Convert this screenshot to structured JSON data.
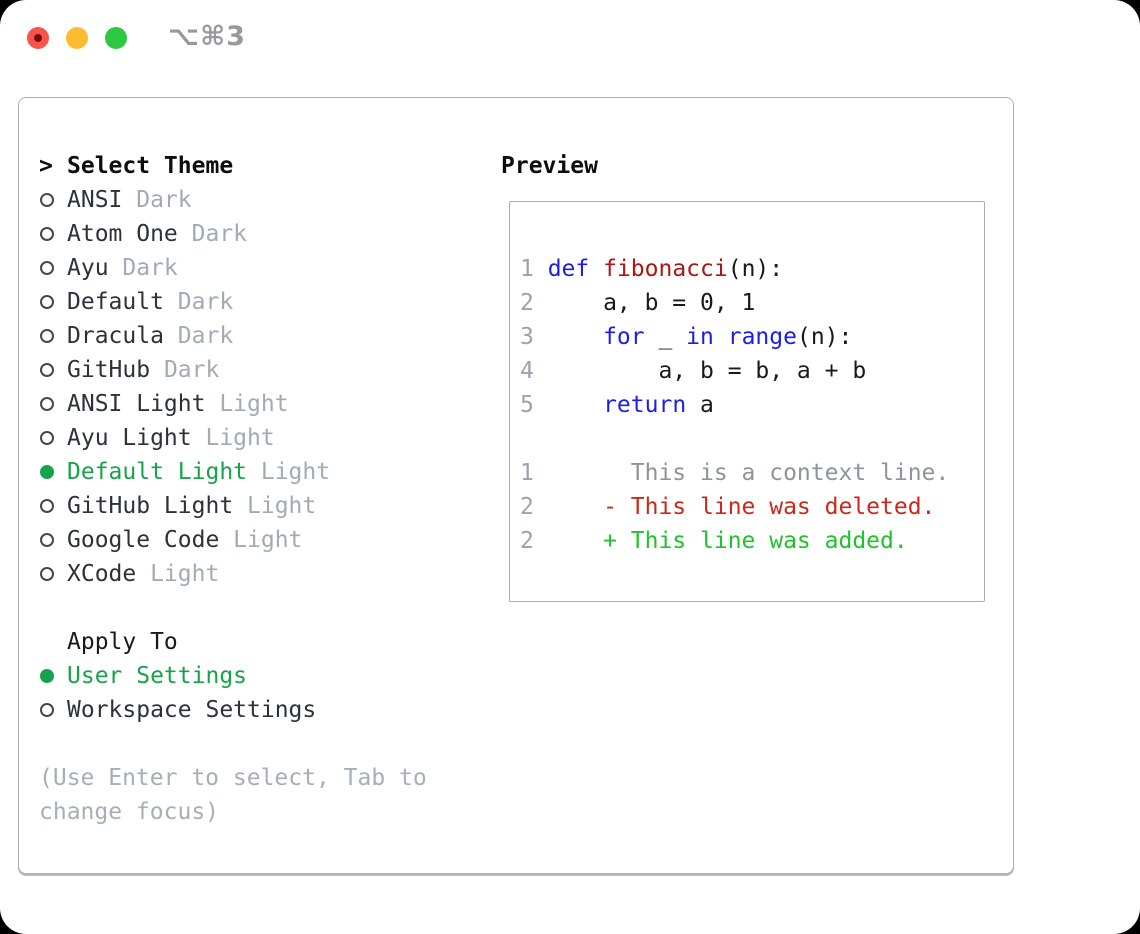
{
  "window": {
    "title": "⌥⌘3",
    "traffic_lights": [
      {
        "name": "close",
        "color": "#f8544e",
        "has_dot": true
      },
      {
        "name": "minimize",
        "color": "#fbbd2f",
        "has_dot": false
      },
      {
        "name": "zoom",
        "color": "#2bc840",
        "has_dot": false
      }
    ]
  },
  "theme_picker": {
    "prompt": ">",
    "header": "Select Theme",
    "items": [
      {
        "name": "ANSI",
        "variant": "Dark",
        "selected": false
      },
      {
        "name": "Atom One",
        "variant": "Dark",
        "selected": false
      },
      {
        "name": "Ayu",
        "variant": "Dark",
        "selected": false
      },
      {
        "name": "Default",
        "variant": "Dark",
        "selected": false
      },
      {
        "name": "Dracula",
        "variant": "Dark",
        "selected": false
      },
      {
        "name": "GitHub",
        "variant": "Dark",
        "selected": false
      },
      {
        "name": "ANSI Light",
        "variant": "Light",
        "selected": false
      },
      {
        "name": "Ayu Light",
        "variant": "Light",
        "selected": false
      },
      {
        "name": "Default Light",
        "variant": "Light",
        "selected": true
      },
      {
        "name": "GitHub Light",
        "variant": "Light",
        "selected": false
      },
      {
        "name": "Google Code",
        "variant": "Light",
        "selected": false
      },
      {
        "name": "XCode",
        "variant": "Light",
        "selected": false
      }
    ]
  },
  "apply_to": {
    "header": "Apply To",
    "options": [
      {
        "label": "User Settings",
        "selected": true
      },
      {
        "label": "Workspace Settings",
        "selected": false
      }
    ]
  },
  "help_lines": [
    "(Use Enter to select, Tab to",
    "change focus)"
  ],
  "preview": {
    "header": "Preview",
    "code_lines": [
      {
        "no": "1",
        "tokens": [
          {
            "c": "kw",
            "t": "def"
          },
          {
            "c": "pl",
            "t": " "
          },
          {
            "c": "fn",
            "t": "fibonacci"
          },
          {
            "c": "pl",
            "t": "(n):"
          }
        ]
      },
      {
        "no": "2",
        "tokens": [
          {
            "c": "pl",
            "t": "    a, b = 0, 1"
          }
        ]
      },
      {
        "no": "3",
        "tokens": [
          {
            "c": "pl",
            "t": "    "
          },
          {
            "c": "kw",
            "t": "for"
          },
          {
            "c": "pl",
            "t": " _ "
          },
          {
            "c": "kw",
            "t": "in"
          },
          {
            "c": "pl",
            "t": " "
          },
          {
            "c": "kw",
            "t": "range"
          },
          {
            "c": "pl",
            "t": "(n):"
          }
        ]
      },
      {
        "no": "4",
        "tokens": [
          {
            "c": "pl",
            "t": "        a, b = b, a + b"
          }
        ]
      },
      {
        "no": "5",
        "tokens": [
          {
            "c": "pl",
            "t": "    "
          },
          {
            "c": "kw",
            "t": "return"
          },
          {
            "c": "pl",
            "t": " a"
          }
        ]
      }
    ],
    "diff_lines": [
      {
        "no": "1",
        "cls": "ctx",
        "content": "      This is a context line."
      },
      {
        "no": "2",
        "cls": "del",
        "content": "    - This line was deleted."
      },
      {
        "no": "2",
        "cls": "add",
        "content": "    + This line was added."
      }
    ]
  },
  "colors": {
    "accent_green": "#15a44a",
    "added_green": "#1ec42a",
    "deleted_red": "#c8291b",
    "keyword_blue": "#1d1de8",
    "function_red": "#ab1616",
    "muted_gray": "#a2aab4",
    "line_number_gray": "#9aa3ad",
    "context_gray": "#8e9499",
    "panel_border_gray": "#a7aeb9",
    "traffic_red": "#f8544e",
    "traffic_yellow": "#fbbd2f",
    "traffic_green": "#2bc840"
  }
}
